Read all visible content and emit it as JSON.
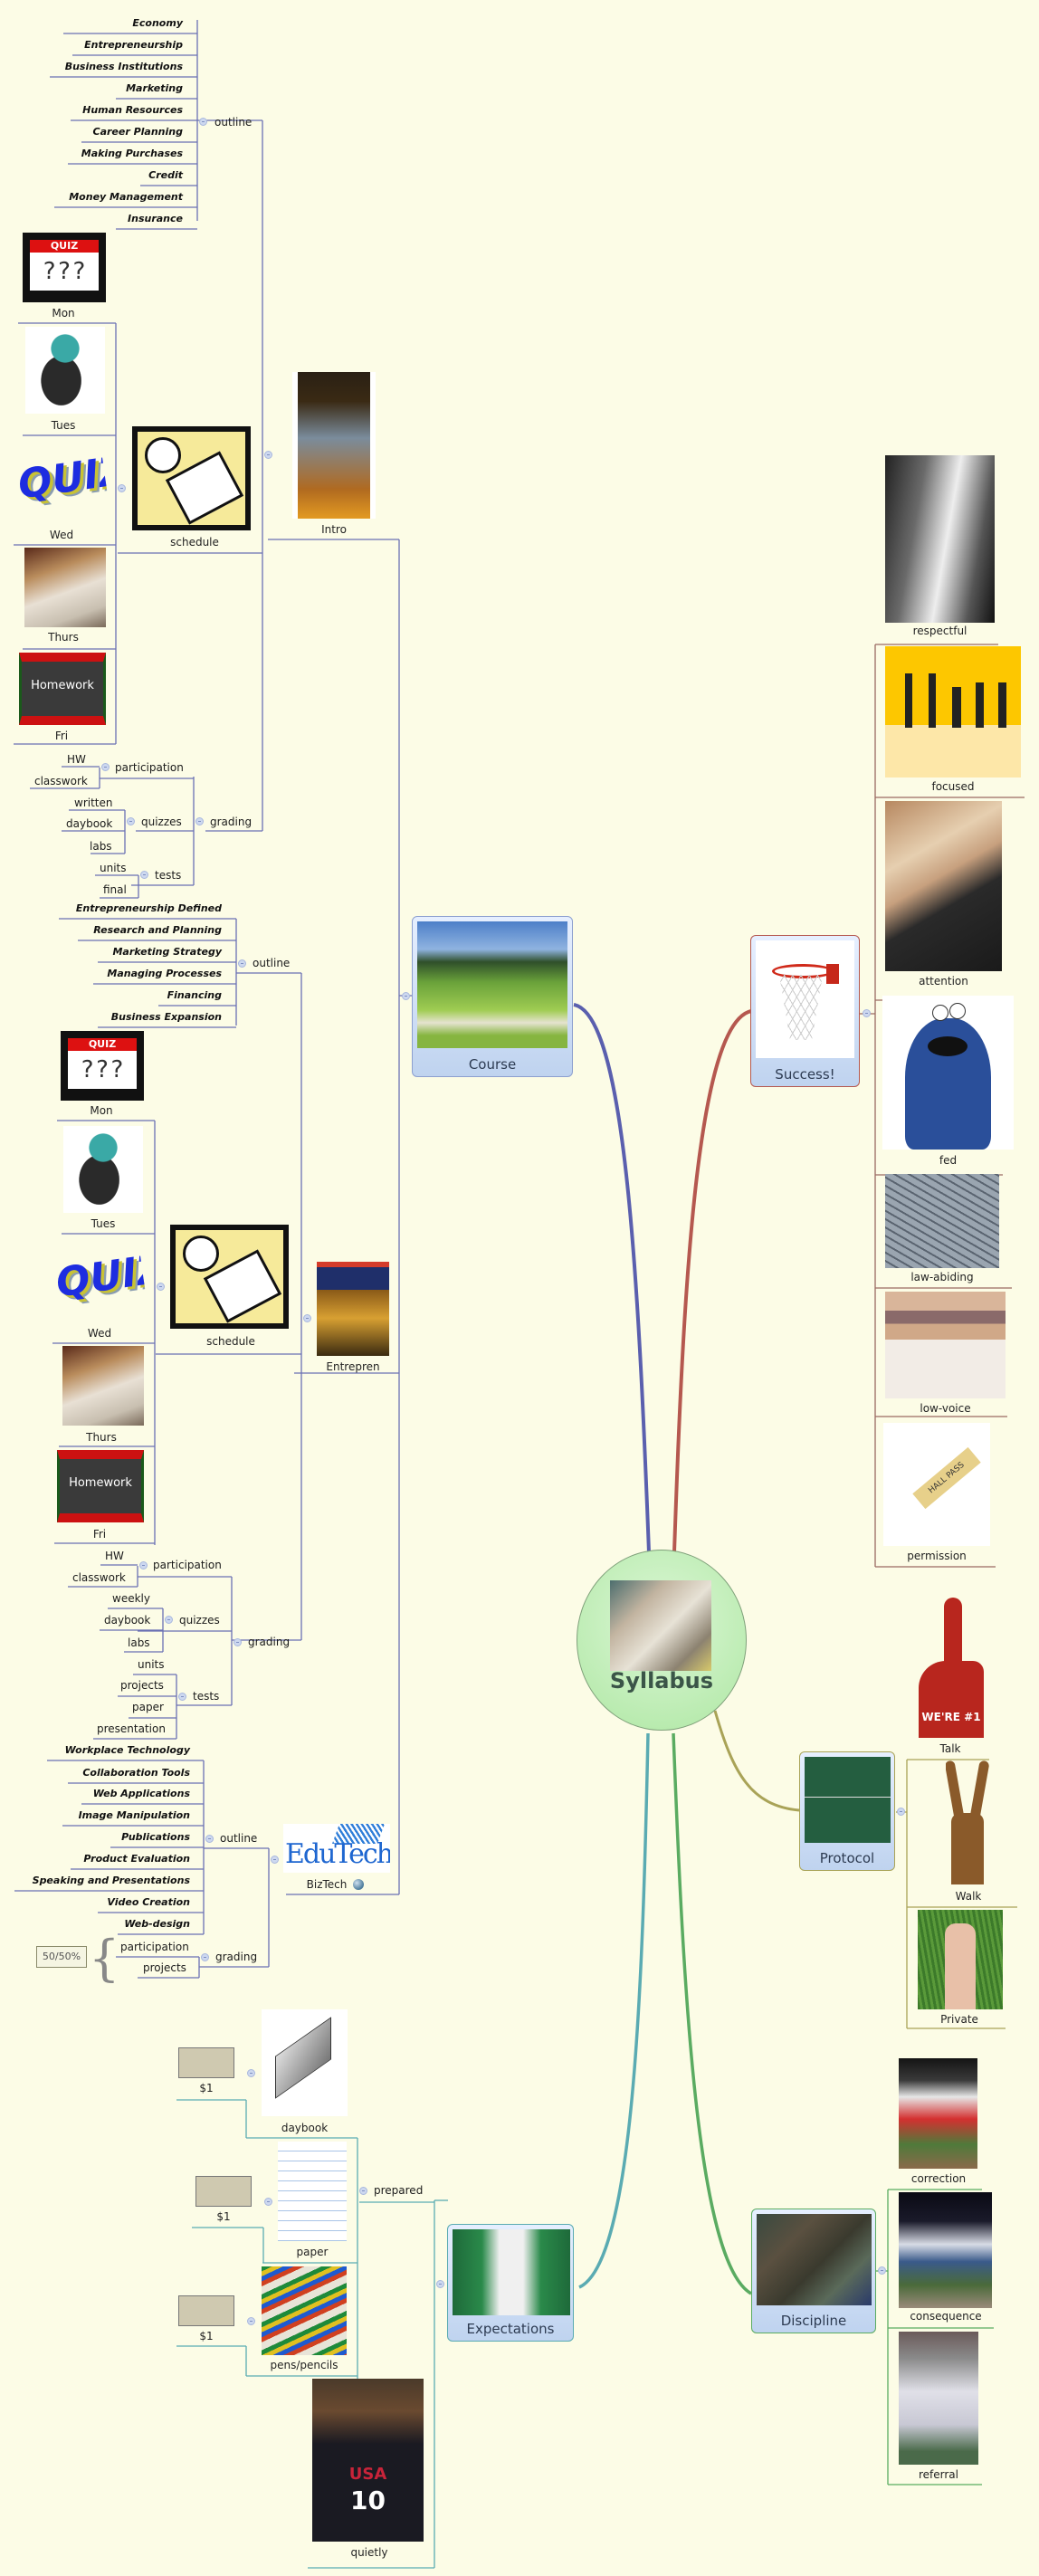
{
  "central": {
    "title": "Syllabus",
    "image": "teacher-eating-photo"
  },
  "colors": {
    "background": "#fcfce6",
    "course_branch": "#5a5fae",
    "success_branch": "#b5584f",
    "protocol_branch": "#a9a357",
    "expectations_branch": "#5aabb2",
    "discipline_branch": "#5aab61",
    "node_fill": "#c5d7f0",
    "central_fill": "#b8ecac"
  },
  "course": {
    "title": "Course",
    "image": "golf-course-photo",
    "intro": {
      "label": "Intro",
      "image": "introduction-to-business-book-cover",
      "outline_label": "outline",
      "outline": [
        "Economy",
        "Entrepreneurship",
        "Business Institutions",
        "Marketing",
        "Human Resources",
        "Career Planning",
        "Making Purchases",
        "Credit",
        "Money Management",
        "Insurance"
      ],
      "schedule_label": "schedule",
      "schedule": [
        {
          "day": "Mon",
          "image": "quiz-calendar-icon"
        },
        {
          "day": "Tues",
          "image": "student-writing-clipart"
        },
        {
          "day": "Wed",
          "image": "quiz-3d-text"
        },
        {
          "day": "Thurs",
          "image": "child-studying-photo"
        },
        {
          "day": "Fri",
          "image": "homework-chalkboard"
        }
      ],
      "grading_label": "grading",
      "grading": {
        "participation": {
          "label": "participation",
          "items": [
            "HW",
            "classwork"
          ]
        },
        "quizzes": {
          "label": "quizzes",
          "items": [
            "written",
            "daybook",
            "labs"
          ]
        },
        "tests": {
          "label": "tests",
          "items": [
            "units",
            "final"
          ]
        }
      }
    },
    "entrepren": {
      "label": "Entrepren",
      "image": "entrepreneurship-book-cover",
      "outline_label": "outline",
      "outline": [
        "Entrepreneurship Defined",
        "Research and Planning",
        "Marketing Strategy",
        "Managing Processes",
        "Financing",
        "Business Expansion"
      ],
      "schedule_label": "schedule",
      "schedule": [
        {
          "day": "Mon",
          "image": "quiz-calendar-icon"
        },
        {
          "day": "Tues",
          "image": "student-writing-clipart"
        },
        {
          "day": "Wed",
          "image": "quiz-3d-text"
        },
        {
          "day": "Thurs",
          "image": "child-studying-photo"
        },
        {
          "day": "Fri",
          "image": "homework-chalkboard"
        }
      ],
      "grading_label": "grading",
      "grading": {
        "participation": {
          "label": "participation",
          "items": [
            "HW",
            "classwork"
          ]
        },
        "quizzes": {
          "label": "quizzes",
          "items": [
            "weekly",
            "daybook",
            "labs"
          ]
        },
        "tests": {
          "label": "tests",
          "items": [
            "units",
            "projects",
            "paper",
            "presentation"
          ]
        }
      }
    },
    "biztech": {
      "label": "BizTech",
      "logo_text": "EduTech",
      "outline_label": "outline",
      "outline": [
        "Workplace Technology",
        "Collaboration Tools",
        "Web Applications",
        "Image Manipulation",
        "Publications",
        "Product Evaluation",
        "Speaking and Presentations",
        "Video Creation",
        "Web-design"
      ],
      "grading_label": "grading",
      "grading": [
        "participation",
        "projects"
      ],
      "grading_summary": "50/50%"
    }
  },
  "success": {
    "title": "Success!",
    "image": "basketball-hoop",
    "items": [
      {
        "label": "respectful",
        "image": "singer-photo"
      },
      {
        "label": "focused",
        "image": "basketball-silhouettes"
      },
      {
        "label": "attention",
        "image": "students-in-class-photo"
      },
      {
        "label": "fed",
        "image": "cookie-monster"
      },
      {
        "label": "law-abiding",
        "image": "phone-keyboard-photo"
      },
      {
        "label": "low-voice",
        "image": "girls-whispering-photo"
      },
      {
        "label": "permission",
        "image": "hall-pass"
      }
    ]
  },
  "protocol": {
    "title": "Protocol",
    "image": "football-play-chalkboard",
    "items": [
      {
        "label": "Talk",
        "image": "foam-finger-one"
      },
      {
        "label": "Walk",
        "image": "two-fingers-hand"
      },
      {
        "label": "Private",
        "image": "three-fingers-hand"
      }
    ]
  },
  "expectations": {
    "title": "Expectations",
    "image": "football-coach-photo",
    "prepared_label": "prepared",
    "prepared": [
      {
        "label": "daybook",
        "image": "binder-icon",
        "cost": "$1"
      },
      {
        "label": "paper",
        "image": "lined-paper",
        "cost": "$1"
      },
      {
        "label": "pens/pencils",
        "image": "colored-pencils-photo",
        "cost": "$1"
      }
    ],
    "quietly": {
      "label": "quietly",
      "image": "basketball-player-shush"
    }
  },
  "discipline": {
    "title": "Discipline",
    "image": "drill-sergeant-photo",
    "items": [
      {
        "label": "correction",
        "image": "baseball-umpire-photo"
      },
      {
        "label": "consequence",
        "image": "baseball-batter-photo"
      },
      {
        "label": "referral",
        "image": "baseball-player-walking"
      }
    ]
  }
}
